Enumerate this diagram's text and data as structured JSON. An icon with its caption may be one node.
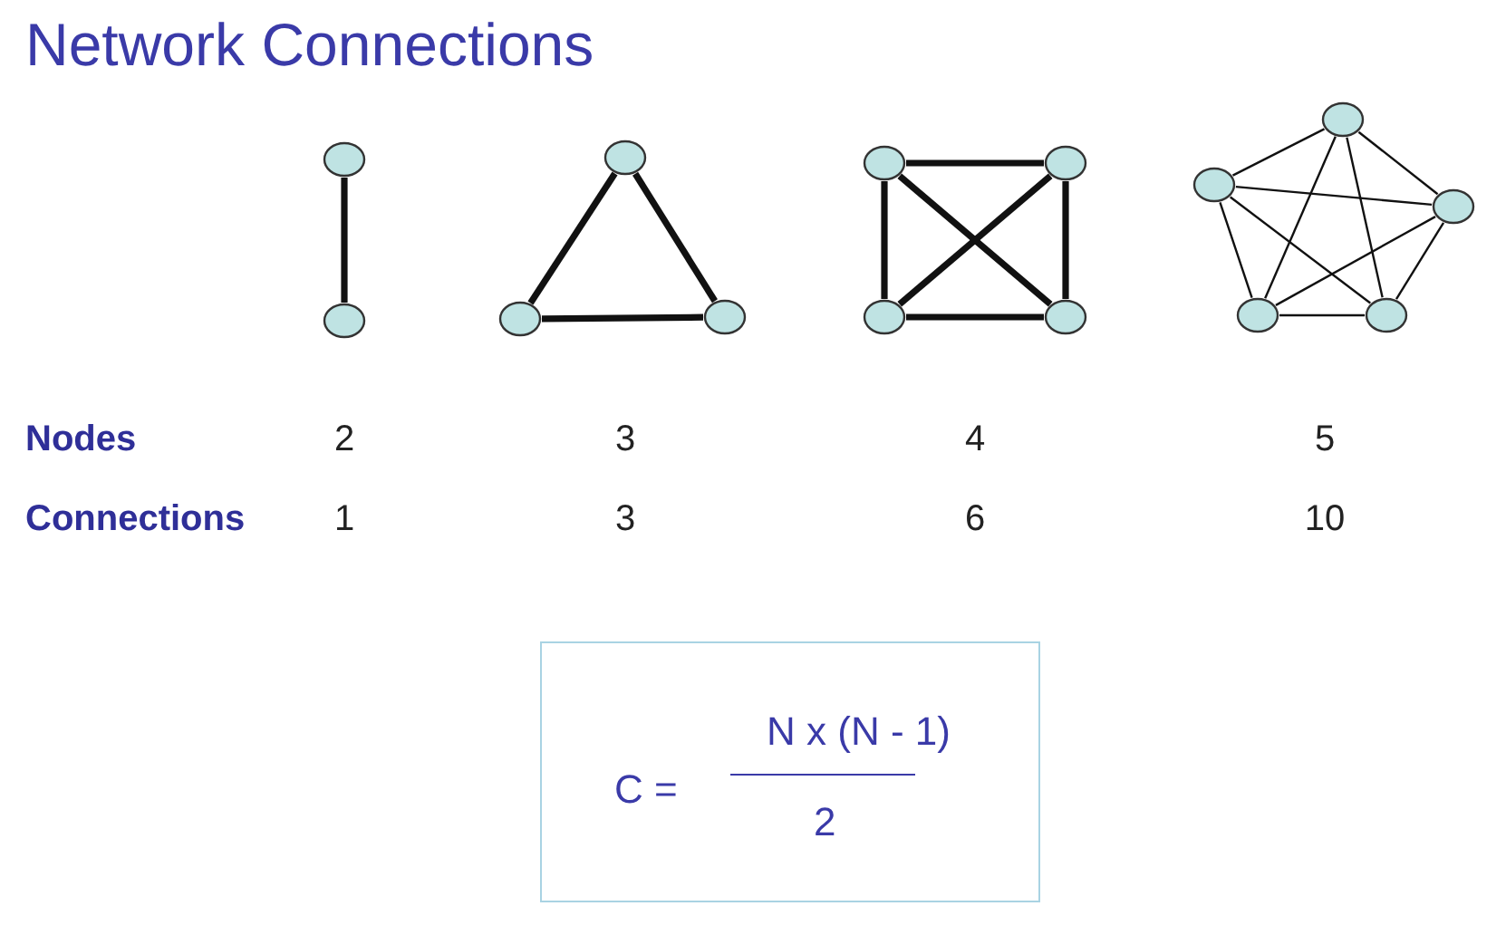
{
  "diagram": {
    "title": "Network Connections",
    "nodes": [
      {
        "text": [],
        "shape": "circle"
      },
      {
        "text": [],
        "shape": "circle"
      },
      {
        "text": [],
        "shape": "circle"
      },
      {
        "text": [],
        "shape": "circle"
      },
      {
        "text": [],
        "shape": "circle"
      },
      {
        "text": [],
        "shape": "circle"
      },
      {
        "text": [],
        "shape": "circle"
      },
      {
        "text": [],
        "shape": "circle"
      },
      {
        "text": [],
        "shape": "circle"
      },
      {
        "text": [],
        "shape": "circle"
      },
      {
        "text": [],
        "shape": "circle"
      },
      {
        "text": [],
        "shape": "circle"
      },
      {
        "text": [],
        "shape": "circle"
      },
      {
        "text": [],
        "shape": "circle"
      },
      {
        "text": [
          "C =",
          "N x (N - 1)",
          "2"
        ]
      }
    ],
    "edges": [
      {
        "from": 0,
        "to": 1,
        "arrow": "none",
        "style": "thick"
      },
      {
        "from": 2,
        "to": 3,
        "arrow": "none",
        "style": "thick"
      },
      {
        "from": 2,
        "to": 4,
        "arrow": "none",
        "style": "thick"
      },
      {
        "from": 3,
        "to": 4,
        "arrow": "none",
        "style": "thick"
      },
      {
        "from": 5,
        "to": 6,
        "arrow": "none",
        "style": "thick"
      },
      {
        "from": 5,
        "to": 7,
        "arrow": "none",
        "style": "thick"
      },
      {
        "from": 5,
        "to": 8,
        "arrow": "none",
        "style": "thick"
      },
      {
        "from": 6,
        "to": 7,
        "arrow": "none",
        "style": "thick"
      },
      {
        "from": 6,
        "to": 8,
        "arrow": "none",
        "style": "thick"
      },
      {
        "from": 7,
        "to": 8,
        "arrow": "none",
        "style": "thick"
      },
      {
        "from": 9,
        "to": 10,
        "arrow": "none"
      },
      {
        "from": 9,
        "to": 11,
        "arrow": "none"
      },
      {
        "from": 9,
        "to": 12,
        "arrow": "none"
      },
      {
        "from": 9,
        "to": 13,
        "arrow": "none"
      },
      {
        "from": 10,
        "to": 11,
        "arrow": "none"
      },
      {
        "from": 10,
        "to": 12,
        "arrow": "none"
      },
      {
        "from": 10,
        "to": 13,
        "arrow": "none"
      },
      {
        "from": 11,
        "to": 12,
        "arrow": "none"
      },
      {
        "from": 11,
        "to": 13,
        "arrow": "none"
      },
      {
        "from": 12,
        "to": 13,
        "arrow": "none"
      }
    ],
    "labels": [
      "Nodes",
      "2",
      "3",
      "4",
      "5",
      "Connections",
      "1",
      "3",
      "6",
      "10"
    ]
  }
}
